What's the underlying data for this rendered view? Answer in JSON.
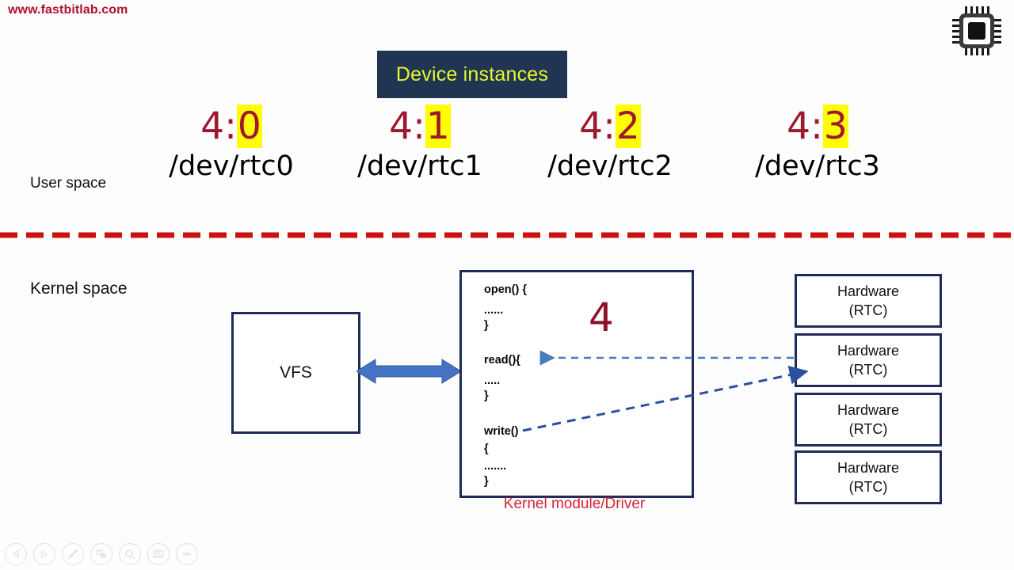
{
  "watermark": "www.fastbitlab.com",
  "logo": {
    "name": "microchip-logo"
  },
  "banner": {
    "title": "Device instances"
  },
  "spaces": {
    "user": "User space",
    "kernel": "Kernel space"
  },
  "devices": [
    {
      "major": "4",
      "sep": ":",
      "minor": "0",
      "path": "/dev/rtc0"
    },
    {
      "major": "4",
      "sep": ":",
      "minor": "1",
      "path": "/dev/rtc1"
    },
    {
      "major": "4",
      "sep": ":",
      "minor": "2",
      "path": "/dev/rtc2"
    },
    {
      "major": "4",
      "sep": ":",
      "minor": "3",
      "path": "/dev/rtc3"
    }
  ],
  "vfs": {
    "label": "VFS"
  },
  "driver": {
    "caption": "Kernel module/Driver",
    "major_number": "4",
    "code_lines": [
      "open() {",
      "......",
      "}",
      "read(){",
      ".....",
      "}",
      "write()",
      "{",
      ".......",
      "}"
    ]
  },
  "hardware": [
    {
      "title": "Hardware",
      "subtitle": "(RTC)"
    },
    {
      "title": "Hardware",
      "subtitle": "(RTC)"
    },
    {
      "title": "Hardware",
      "subtitle": "(RTC)"
    },
    {
      "title": "Hardware",
      "subtitle": "(RTC)"
    }
  ],
  "toolbar": [
    {
      "icon": "previous-slide-icon"
    },
    {
      "icon": "next-slide-icon"
    },
    {
      "icon": "pen-icon"
    },
    {
      "icon": "slide-layout-icon"
    },
    {
      "icon": "zoom-icon"
    },
    {
      "icon": "presentation-view-icon"
    },
    {
      "icon": "more-options-icon"
    }
  ],
  "colors": {
    "banner_bg": "#1f3552",
    "banner_text": "#e8f731",
    "major_red": "#9e1830",
    "highlight_yellow": "#ffff00",
    "navy_border": "#1f2b5b",
    "divider_red": "#cc1111",
    "caption_red": "#d62435",
    "arrow_blue": "#4472c4"
  }
}
